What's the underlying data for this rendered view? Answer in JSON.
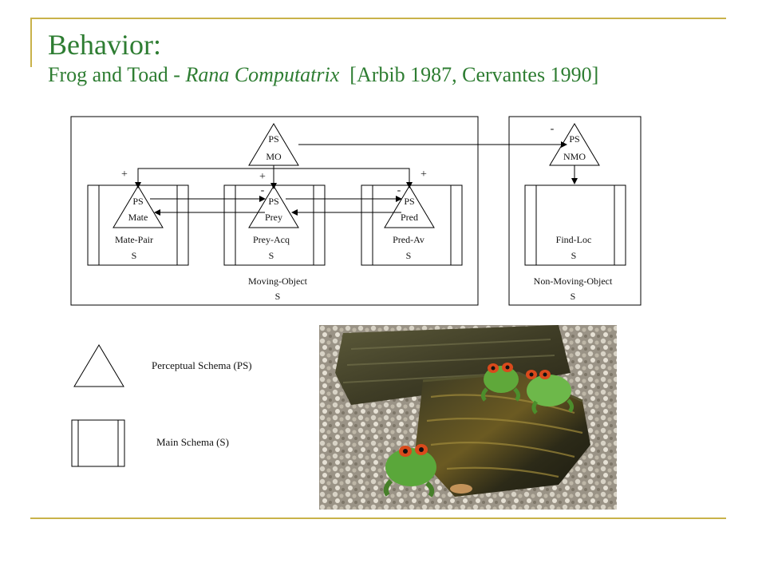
{
  "slide": {
    "title": "Behavior:",
    "subtitle_prefix": "Frog and Toad - ",
    "subtitle_italic": "Rana Computatrix",
    "subtitle_suffix": "  [Arbib 1987, Cervantes 1990]"
  },
  "diagram": {
    "ps_mo": {
      "line1": "PS",
      "line2": "MO"
    },
    "ps_nmo": {
      "line1": "PS",
      "line2": "NMO"
    },
    "ps_mate": {
      "line1": "PS",
      "line2": "Mate"
    },
    "ps_prey": {
      "line1": "PS",
      "line2": "Prey"
    },
    "ps_pred": {
      "line1": "PS",
      "line2": "Pred"
    },
    "mate_pair": {
      "line1": "Mate-Pair",
      "line2": "S"
    },
    "prey_acq": {
      "line1": "Prey-Acq",
      "line2": "S"
    },
    "pred_av": {
      "line1": "Pred-Av",
      "line2": "S"
    },
    "find_loc": {
      "line1": "Find-Loc",
      "line2": "S"
    },
    "moving_object": {
      "line1": "Moving-Object",
      "line2": "S"
    },
    "non_moving_object": {
      "line1": "Non-Moving-Object",
      "line2": "S"
    },
    "signs": {
      "plus": "+",
      "minus": "-"
    }
  },
  "legend": {
    "perceptual": "Perceptual Schema (PS)",
    "main": "Main Schema (S)"
  },
  "photo": {
    "subject": "frogs-on-rock-photo"
  }
}
